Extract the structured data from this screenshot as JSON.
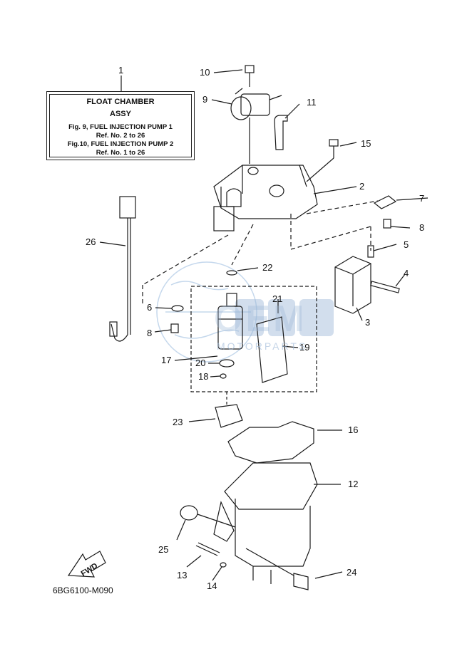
{
  "title_box": {
    "line1": "FLOAT CHAMBER",
    "line2": "ASSY",
    "line3": "Fig.  9, FUEL INJECTION PUMP 1",
    "line4": "Ref. No. 2 to 26",
    "line5": "Fig.10, FUEL INJECTION PUMP 2",
    "line6": "Ref. No. 1 to 26"
  },
  "callouts": {
    "c1": "1",
    "c2": "2",
    "c3": "3",
    "c4": "4",
    "c5": "5",
    "c6a": "6",
    "c7": "7",
    "c8a": "8",
    "c8b": "8",
    "c9": "9",
    "c10": "10",
    "c11": "11",
    "c12": "12",
    "c13": "13",
    "c14": "14",
    "c15": "15",
    "c16": "16",
    "c17": "17",
    "c18": "18",
    "c19": "19",
    "c20": "20",
    "c21": "21",
    "c22": "22",
    "c23": "23",
    "c24": "24",
    "c25": "25",
    "c26": "26"
  },
  "fwd_label": "FWD",
  "drawing_code": "6BG6100-M090",
  "watermark": {
    "brand": "OEM",
    "sub": "MOTORPARTS"
  },
  "colors": {
    "line": "#1a1a1a",
    "watermark": "#7fa9d6"
  }
}
